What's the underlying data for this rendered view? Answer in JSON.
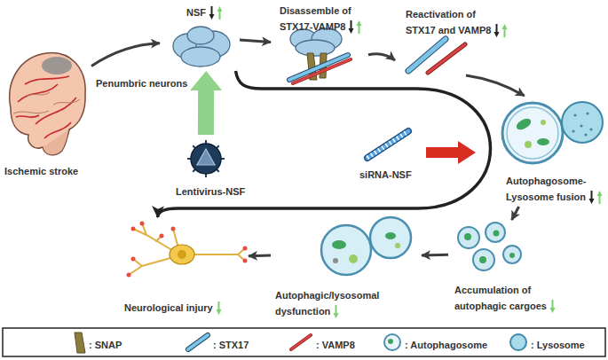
{
  "diagram": {
    "nodes": [
      {
        "text": [
          "Ischemic stroke"
        ]
      },
      {
        "text": [
          "NSF"
        ]
      },
      {
        "text": [
          "Disassemble of STX17-VAMP8"
        ]
      },
      {
        "text": [
          "Reactivation of STX17 and VAMP8"
        ]
      },
      {
        "text": [
          "Autophagosome-Lysosome fusion"
        ]
      },
      {
        "text": [
          "Accumulation of autophagic cargoes"
        ]
      },
      {
        "text": [
          "Autophagic/lysosomal dysfunction"
        ]
      },
      {
        "text": [
          "Neurological injury"
        ]
      },
      {
        "text": [
          "Lentivirus-NSF"
        ]
      },
      {
        "text": [
          "siRNA-NSF"
        ]
      }
    ],
    "edges": [
      {
        "from": 0,
        "to": 1,
        "arrow": "to",
        "label": "Penumbric neurons"
      },
      {
        "from": 1,
        "to": 2,
        "arrow": "to"
      },
      {
        "from": 2,
        "to": 3,
        "arrow": "to"
      },
      {
        "from": 3,
        "to": 4,
        "arrow": "to"
      },
      {
        "from": 4,
        "to": 5,
        "arrow": "to"
      },
      {
        "from": 5,
        "to": 6,
        "arrow": "to"
      },
      {
        "from": 6,
        "to": 7,
        "arrow": "to"
      },
      {
        "from": 8,
        "to": 1,
        "arrow": "to"
      },
      {
        "from": 1,
        "to": 7,
        "arrow": "to"
      }
    ],
    "legend": [
      {
        "text": ": SNAP"
      },
      {
        "text": ": STX17"
      },
      {
        "text": ": VAMP8"
      },
      {
        "text": ": Autophagosome"
      },
      {
        "text": ": Lysosome"
      }
    ]
  }
}
